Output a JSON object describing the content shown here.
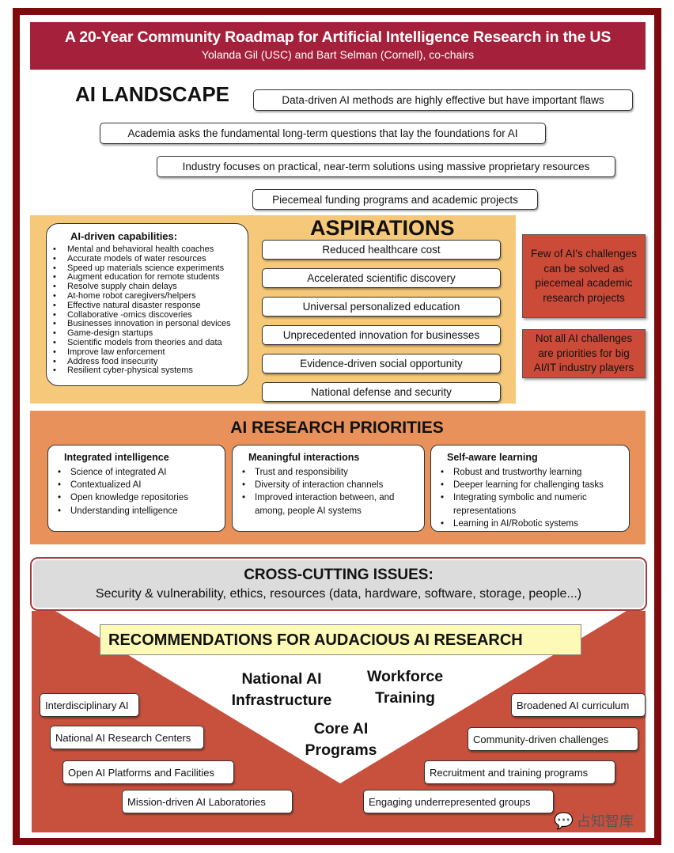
{
  "header": {
    "title": "A 20-Year Community Roadmap for Artificial Intelligence Research in the US",
    "subtitle": "Yolanda Gil (USC) and Bart Selman (Cornell), co-chairs"
  },
  "landscape": {
    "heading": "AI LANDSCAPE",
    "items": [
      "Data-driven AI methods are highly effective but have important flaws",
      "Academia asks the fundamental long-term questions that lay the foundations for AI",
      "Industry focuses on practical, near-term solutions using massive proprietary resources",
      "Piecemeal funding programs and academic projects"
    ]
  },
  "aspirations": {
    "heading": "ASPIRATIONS",
    "capabilities_title": "AI-driven capabilities:",
    "capabilities": [
      "Mental and behavioral health coaches",
      "Accurate models of water resources",
      "Speed up materials science experiments",
      "Augment education for remote students",
      "Resolve supply chain delays",
      "At-home robot caregivers/helpers",
      "Effective natural disaster response",
      "Collaborative -omics discoveries",
      "Businesses innovation in personal devices",
      "Game-design startups",
      "Scientific models from theories and data",
      "Improve law enforcement",
      "Address food insecurity",
      "Resilient cyber-physical systems"
    ],
    "items": [
      "Reduced healthcare cost",
      "Accelerated scientific discovery",
      "Universal personalized education",
      "Unprecedented innovation for businesses",
      "Evidence-driven social opportunity",
      "National defense and security"
    ],
    "notes": [
      "Few of AI's challenges can be solved as piecemeal academic research projects",
      "Not all AI challenges are priorities for big AI/IT industry players"
    ]
  },
  "priorities": {
    "heading": "AI RESEARCH PRIORITIES",
    "groups": [
      {
        "title": "Integrated intelligence",
        "items": [
          "Science of integrated AI",
          "Contextualized AI",
          "Open knowledge repositories",
          "Understanding intelligence"
        ]
      },
      {
        "title": "Meaningful interactions",
        "items": [
          "Trust and responsibility",
          "Diversity of interaction channels",
          "Improved interaction between, and among, people AI systems"
        ]
      },
      {
        "title": "Self-aware learning",
        "items": [
          "Robust and trustworthy learning",
          "Deeper learning for challenging tasks",
          "Integrating symbolic and numeric representations",
          "Learning in AI/Robotic systems"
        ]
      }
    ]
  },
  "cross_cutting": {
    "heading": "CROSS-CUTTING ISSUES:",
    "text": "Security & vulnerability, ethics, resources (data, hardware, software, storage, people...)"
  },
  "recommendations": {
    "heading": "RECOMMENDATIONS FOR AUDACIOUS AI RESEARCH",
    "pillars": [
      "National AI Infrastructure",
      "Workforce Training",
      "Core AI Programs"
    ],
    "left": [
      "Interdisciplinary AI",
      "National AI Research Centers",
      "Open AI Platforms and Facilities",
      "Mission-driven AI Laboratories"
    ],
    "right": [
      "Broadened AI curriculum",
      "Community-driven challenges",
      "Recruitment and training programs",
      "Engaging underrepresented groups"
    ]
  },
  "watermark": "占知智库",
  "colors": {
    "frame": "#7d0a0c",
    "title": "#a5213b",
    "aspirations": "#f6c879",
    "notes": "#cc4b38",
    "priorities": "#e8915a",
    "recommendations": "#c8513d",
    "rec_bar": "#fdf9b6"
  }
}
